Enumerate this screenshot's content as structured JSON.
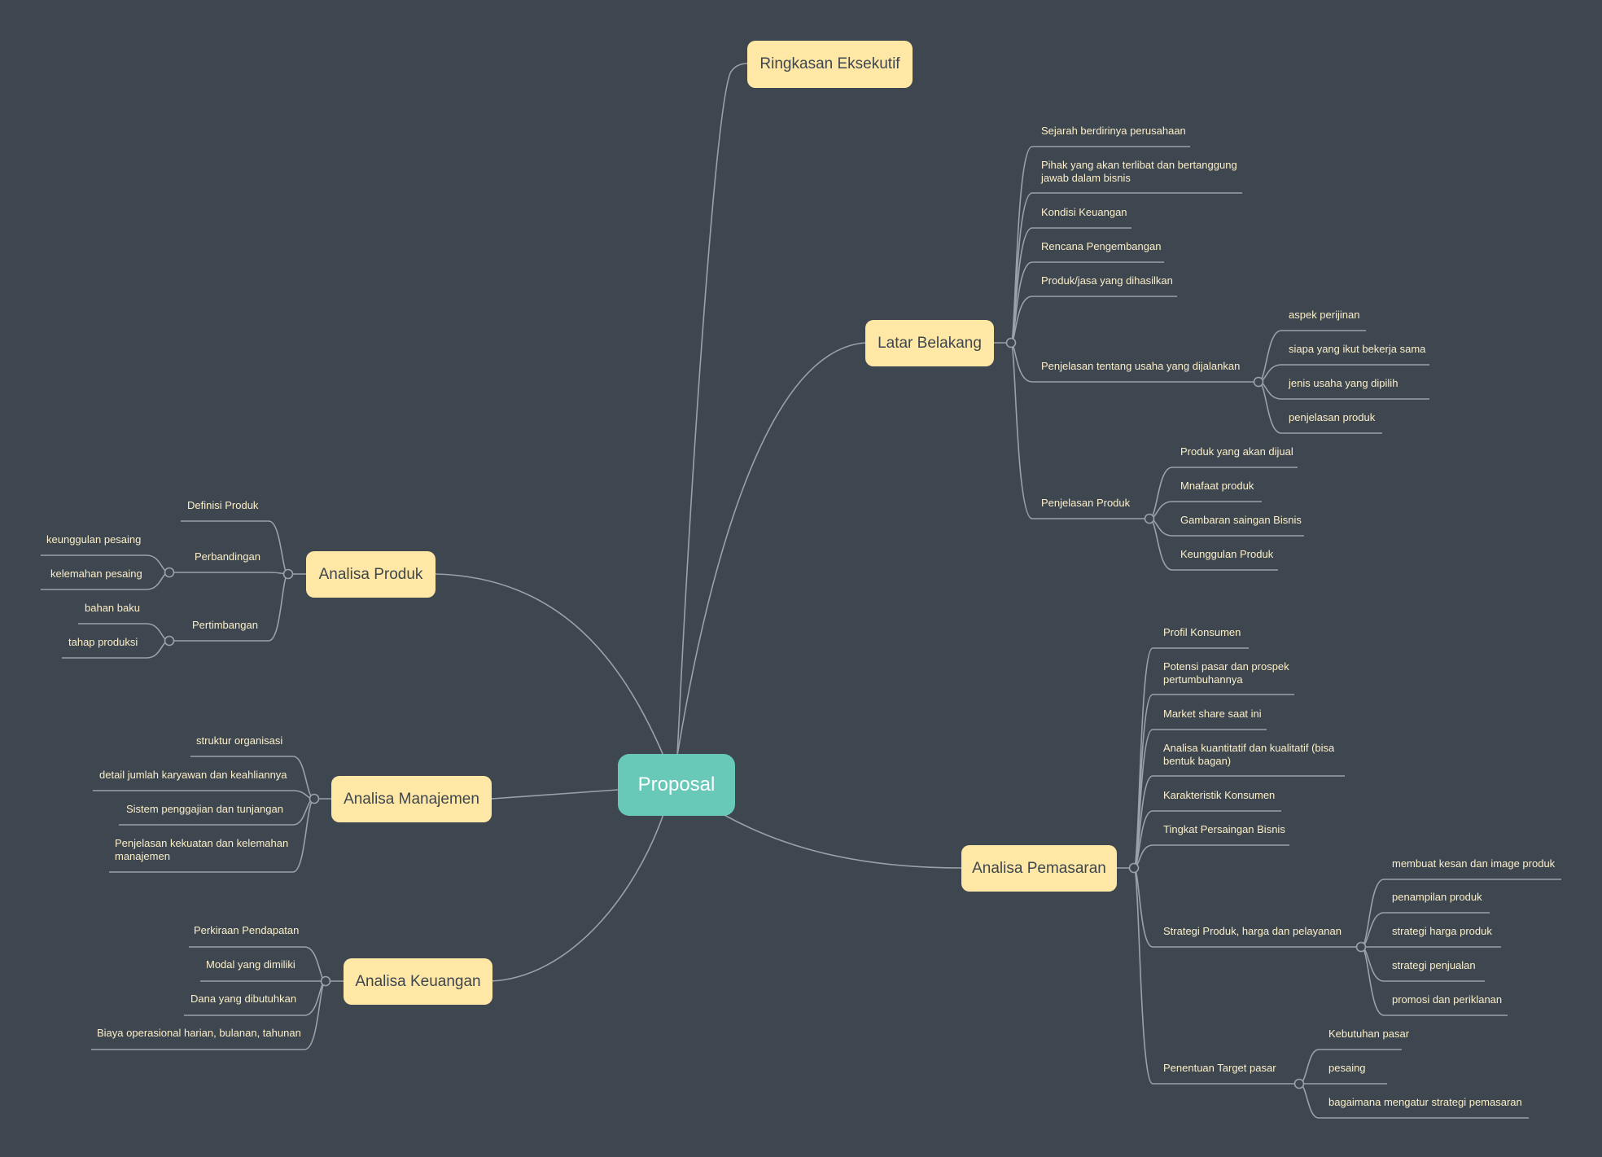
{
  "colors": {
    "background": "#3e464f",
    "root_fill": "#68c9b8",
    "main_fill": "#ffe8a6",
    "main_text": "#3e464f",
    "leaf_text": "#fbefc9",
    "link": "#9aa1a9"
  },
  "root": {
    "label": "Proposal"
  },
  "topics": {
    "ringkasan": {
      "label": "Ringkasan Eksekutif"
    },
    "latar": {
      "label": "Latar Belakang",
      "items": [
        "Sejarah berdirinya perusahaan",
        "Pihak yang akan terlibat dan bertanggung jawab dalam bisnis",
        "Kondisi Keuangan",
        "Rencana Pengembangan",
        "Produk/jasa yang dihasilkan",
        "Penjelasan tentang usaha yang dijalankan",
        "Penjelasan Produk"
      ],
      "usaha_items": [
        "aspek perijinan",
        "siapa yang ikut bekerja sama",
        "jenis usaha yang dipilih",
        "penjelasan produk"
      ],
      "produk_items": [
        "Produk yang akan dijual",
        "Mnafaat produk",
        "Gambaran saingan Bisnis",
        "Keunggulan Produk"
      ]
    },
    "produk": {
      "label": "Analisa Produk",
      "items": [
        "Definisi Produk",
        "Perbandingan",
        "Pertimbangan"
      ],
      "perbandingan_items": [
        "keunggulan pesaing",
        "kelemahan pesaing"
      ],
      "pertimbangan_items": [
        "bahan baku",
        "tahap produksi"
      ]
    },
    "manajemen": {
      "label": "Analisa Manajemen",
      "items": [
        "struktur organisasi",
        "detail jumlah karyawan dan keahliannya",
        "Sistem penggajian dan tunjangan",
        "Penjelasan kekuatan dan kelemahan manajemen"
      ]
    },
    "keuangan": {
      "label": "Analisa Keuangan",
      "items": [
        "Perkiraan Pendapatan",
        "Modal yang dimiliki",
        "Dana yang dibutuhkan",
        "Biaya operasional harian, bulanan, tahunan"
      ]
    },
    "pemasaran": {
      "label": "Analisa Pemasaran",
      "items": [
        "Profil Konsumen",
        "Potensi pasar dan prospek pertumbuhannya",
        "Market share saat ini",
        "Analisa kuantitatif dan kualitatif (bisa bentuk bagan)",
        "Karakteristik Konsumen",
        "Tingkat Persaingan Bisnis",
        "Strategi Produk, harga dan pelayanan",
        "Penentuan Target pasar"
      ],
      "strategi_items": [
        "membuat kesan dan image produk",
        "penampilan produk",
        "strategi harga produk",
        "strategi penjualan",
        "promosi dan periklanan"
      ],
      "target_items": [
        "Kebutuhan pasar",
        "pesaing",
        "bagaimana mengatur strategi pemasaran"
      ]
    }
  }
}
